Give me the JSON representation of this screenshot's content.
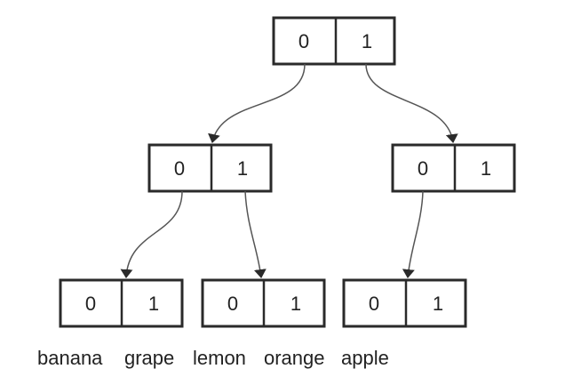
{
  "colors": {
    "line": "#2a2a2a",
    "text": "#222222",
    "background": "#ffffff"
  },
  "tree": {
    "root": {
      "left": "0",
      "right": "1"
    },
    "level1": [
      {
        "left": "0",
        "right": "1"
      },
      {
        "left": "0",
        "right": "1"
      }
    ],
    "level2": [
      {
        "left": "0",
        "right": "1"
      },
      {
        "left": "0",
        "right": "1"
      },
      {
        "left": "0",
        "right": "1"
      }
    ]
  },
  "leaf_labels": [
    "banana",
    "grape",
    "lemon",
    "orange",
    "apple"
  ]
}
